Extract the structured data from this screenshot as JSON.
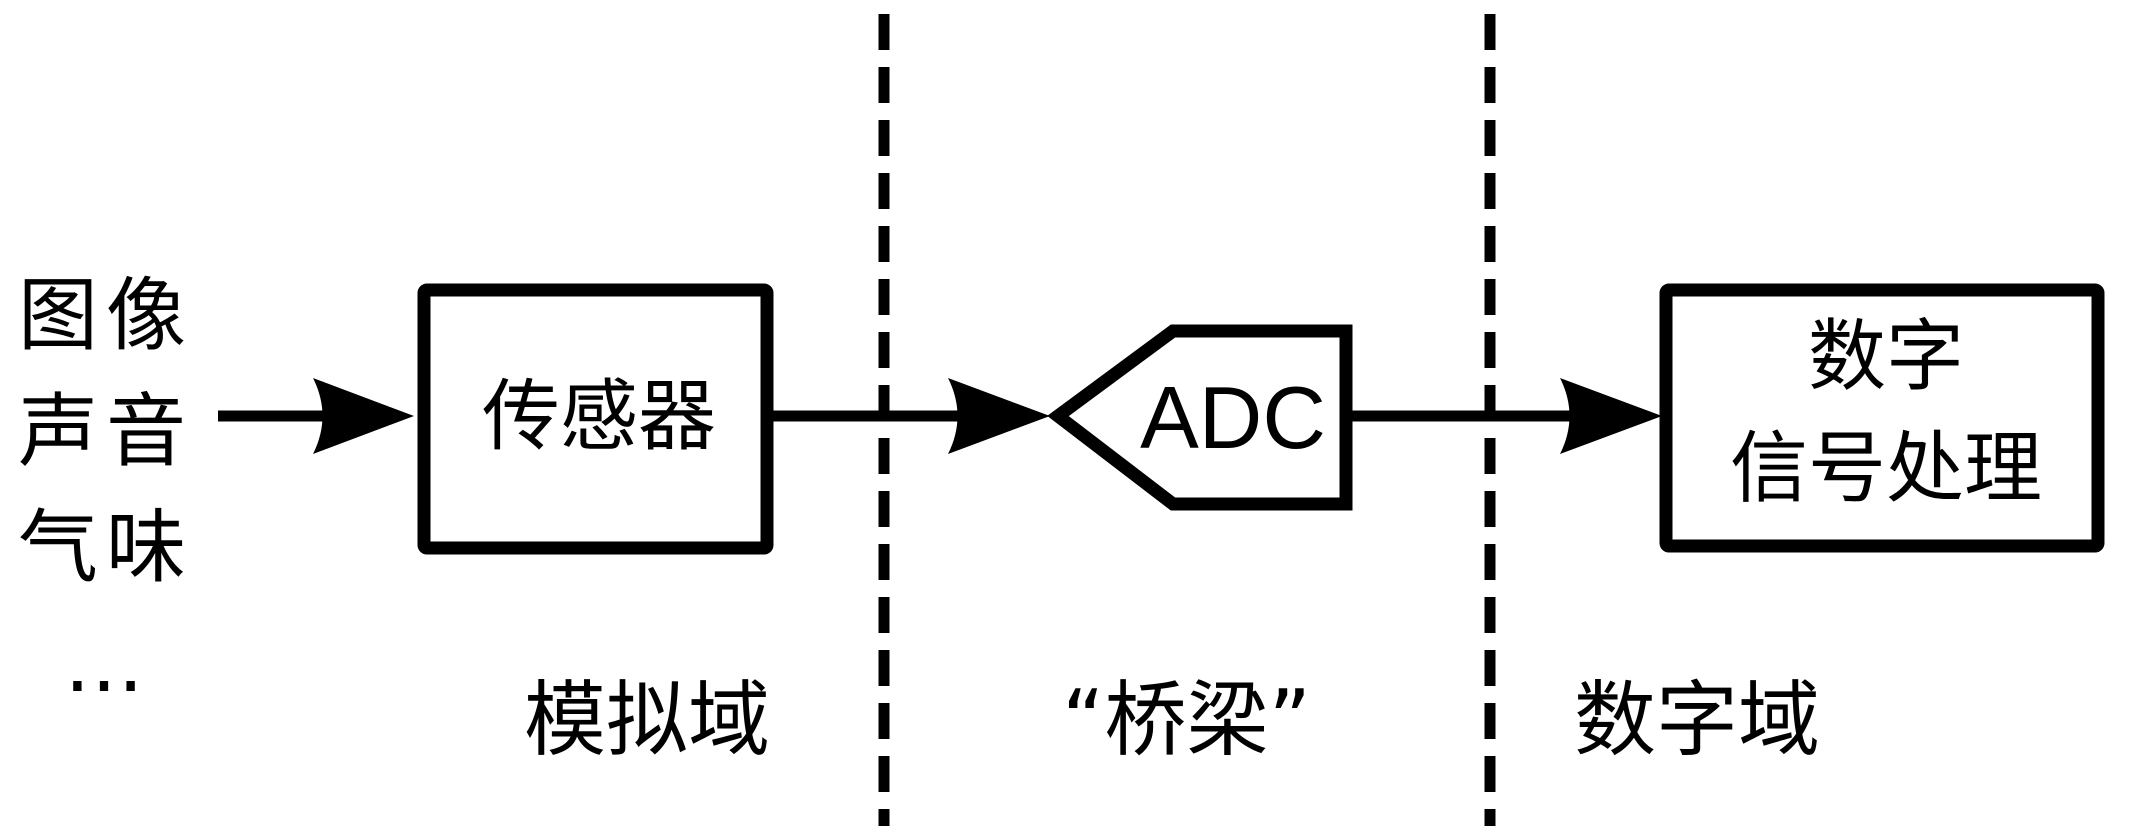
{
  "diagram": {
    "inputs": [
      "图像",
      "声音",
      "气味",
      "…"
    ],
    "sensor_label": "传感器",
    "adc_label": "ADC",
    "dsp_label_line1": "数字",
    "dsp_label_line2": "信号处理",
    "domains": {
      "analog": "模拟域",
      "bridge": "“桥梁”",
      "digital": "数字域"
    },
    "edges": [
      {
        "from": "inputs",
        "to": "sensor"
      },
      {
        "from": "sensor",
        "to": "adc"
      },
      {
        "from": "adc",
        "to": "dsp"
      }
    ],
    "colors": {
      "stroke": "#000000",
      "background": "#ffffff"
    }
  }
}
